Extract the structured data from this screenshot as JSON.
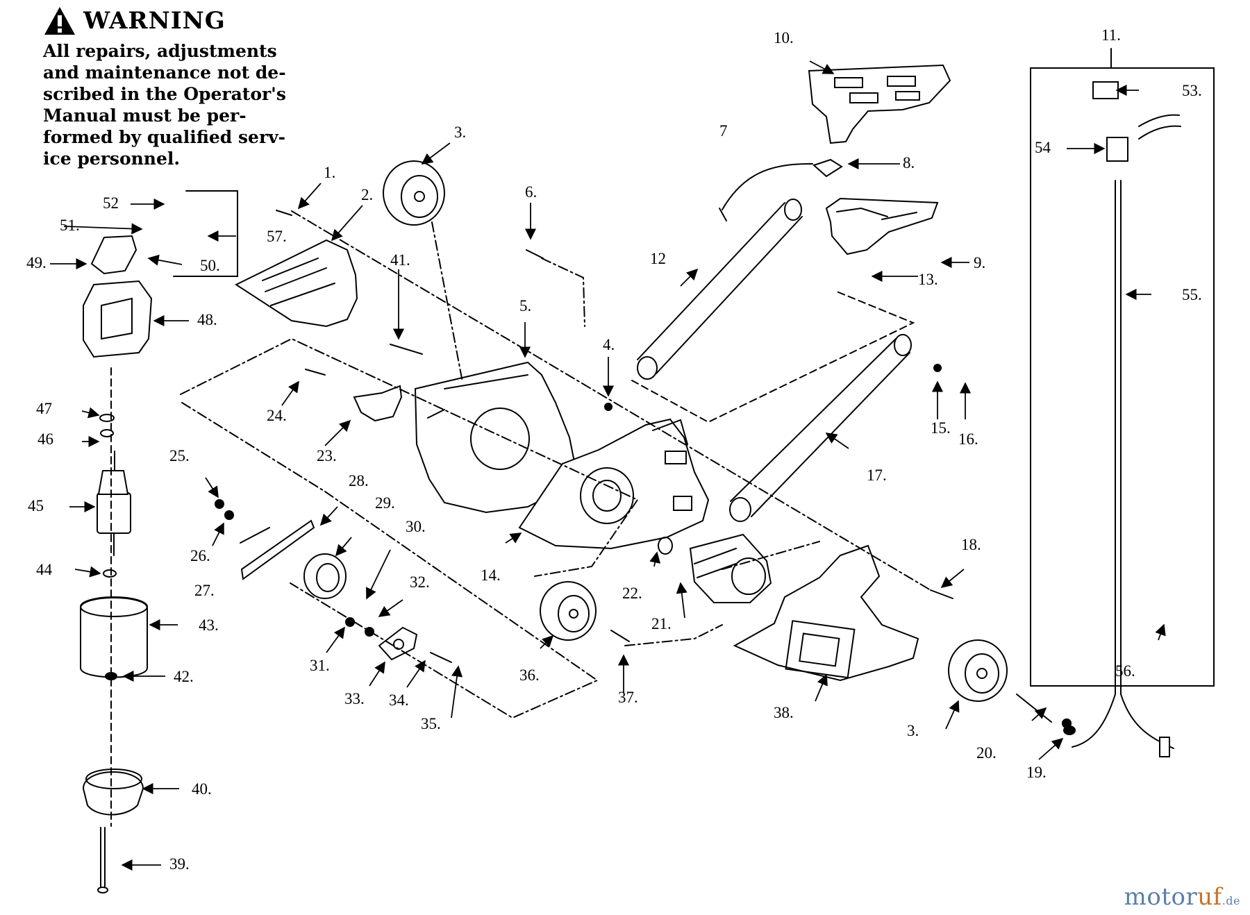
{
  "warning": {
    "title": "WARNING",
    "body": "All repairs, adjustments\nand maintenance not de-\nscribed in the Operator's\nManual must be per-\nformed by qualified serv-\nice personnel."
  },
  "watermark": {
    "part1": "motor",
    "part2": "uf",
    "suffix": ".de"
  },
  "callouts": [
    "1.",
    "2.",
    "3.",
    "3.",
    "4.",
    "5.",
    "6.",
    "7",
    "8.",
    "9.",
    "10.",
    "11.",
    "12",
    "13.",
    "14.",
    "15.",
    "16.",
    "17.",
    "18.",
    "19.",
    "20.",
    "21.",
    "22.",
    "23.",
    "24.",
    "25.",
    "26.",
    "27.",
    "28.",
    "29.",
    "30.",
    "31.",
    "32.",
    "33.",
    "34.",
    "35.",
    "36.",
    "37.",
    "38.",
    "39.",
    "40.",
    "42.",
    "43.",
    "44",
    "45",
    "46",
    "47",
    "48.",
    "49.",
    "50.",
    "51.",
    "52",
    "53.",
    "54",
    "55.",
    "56.",
    "57.",
    "41."
  ]
}
